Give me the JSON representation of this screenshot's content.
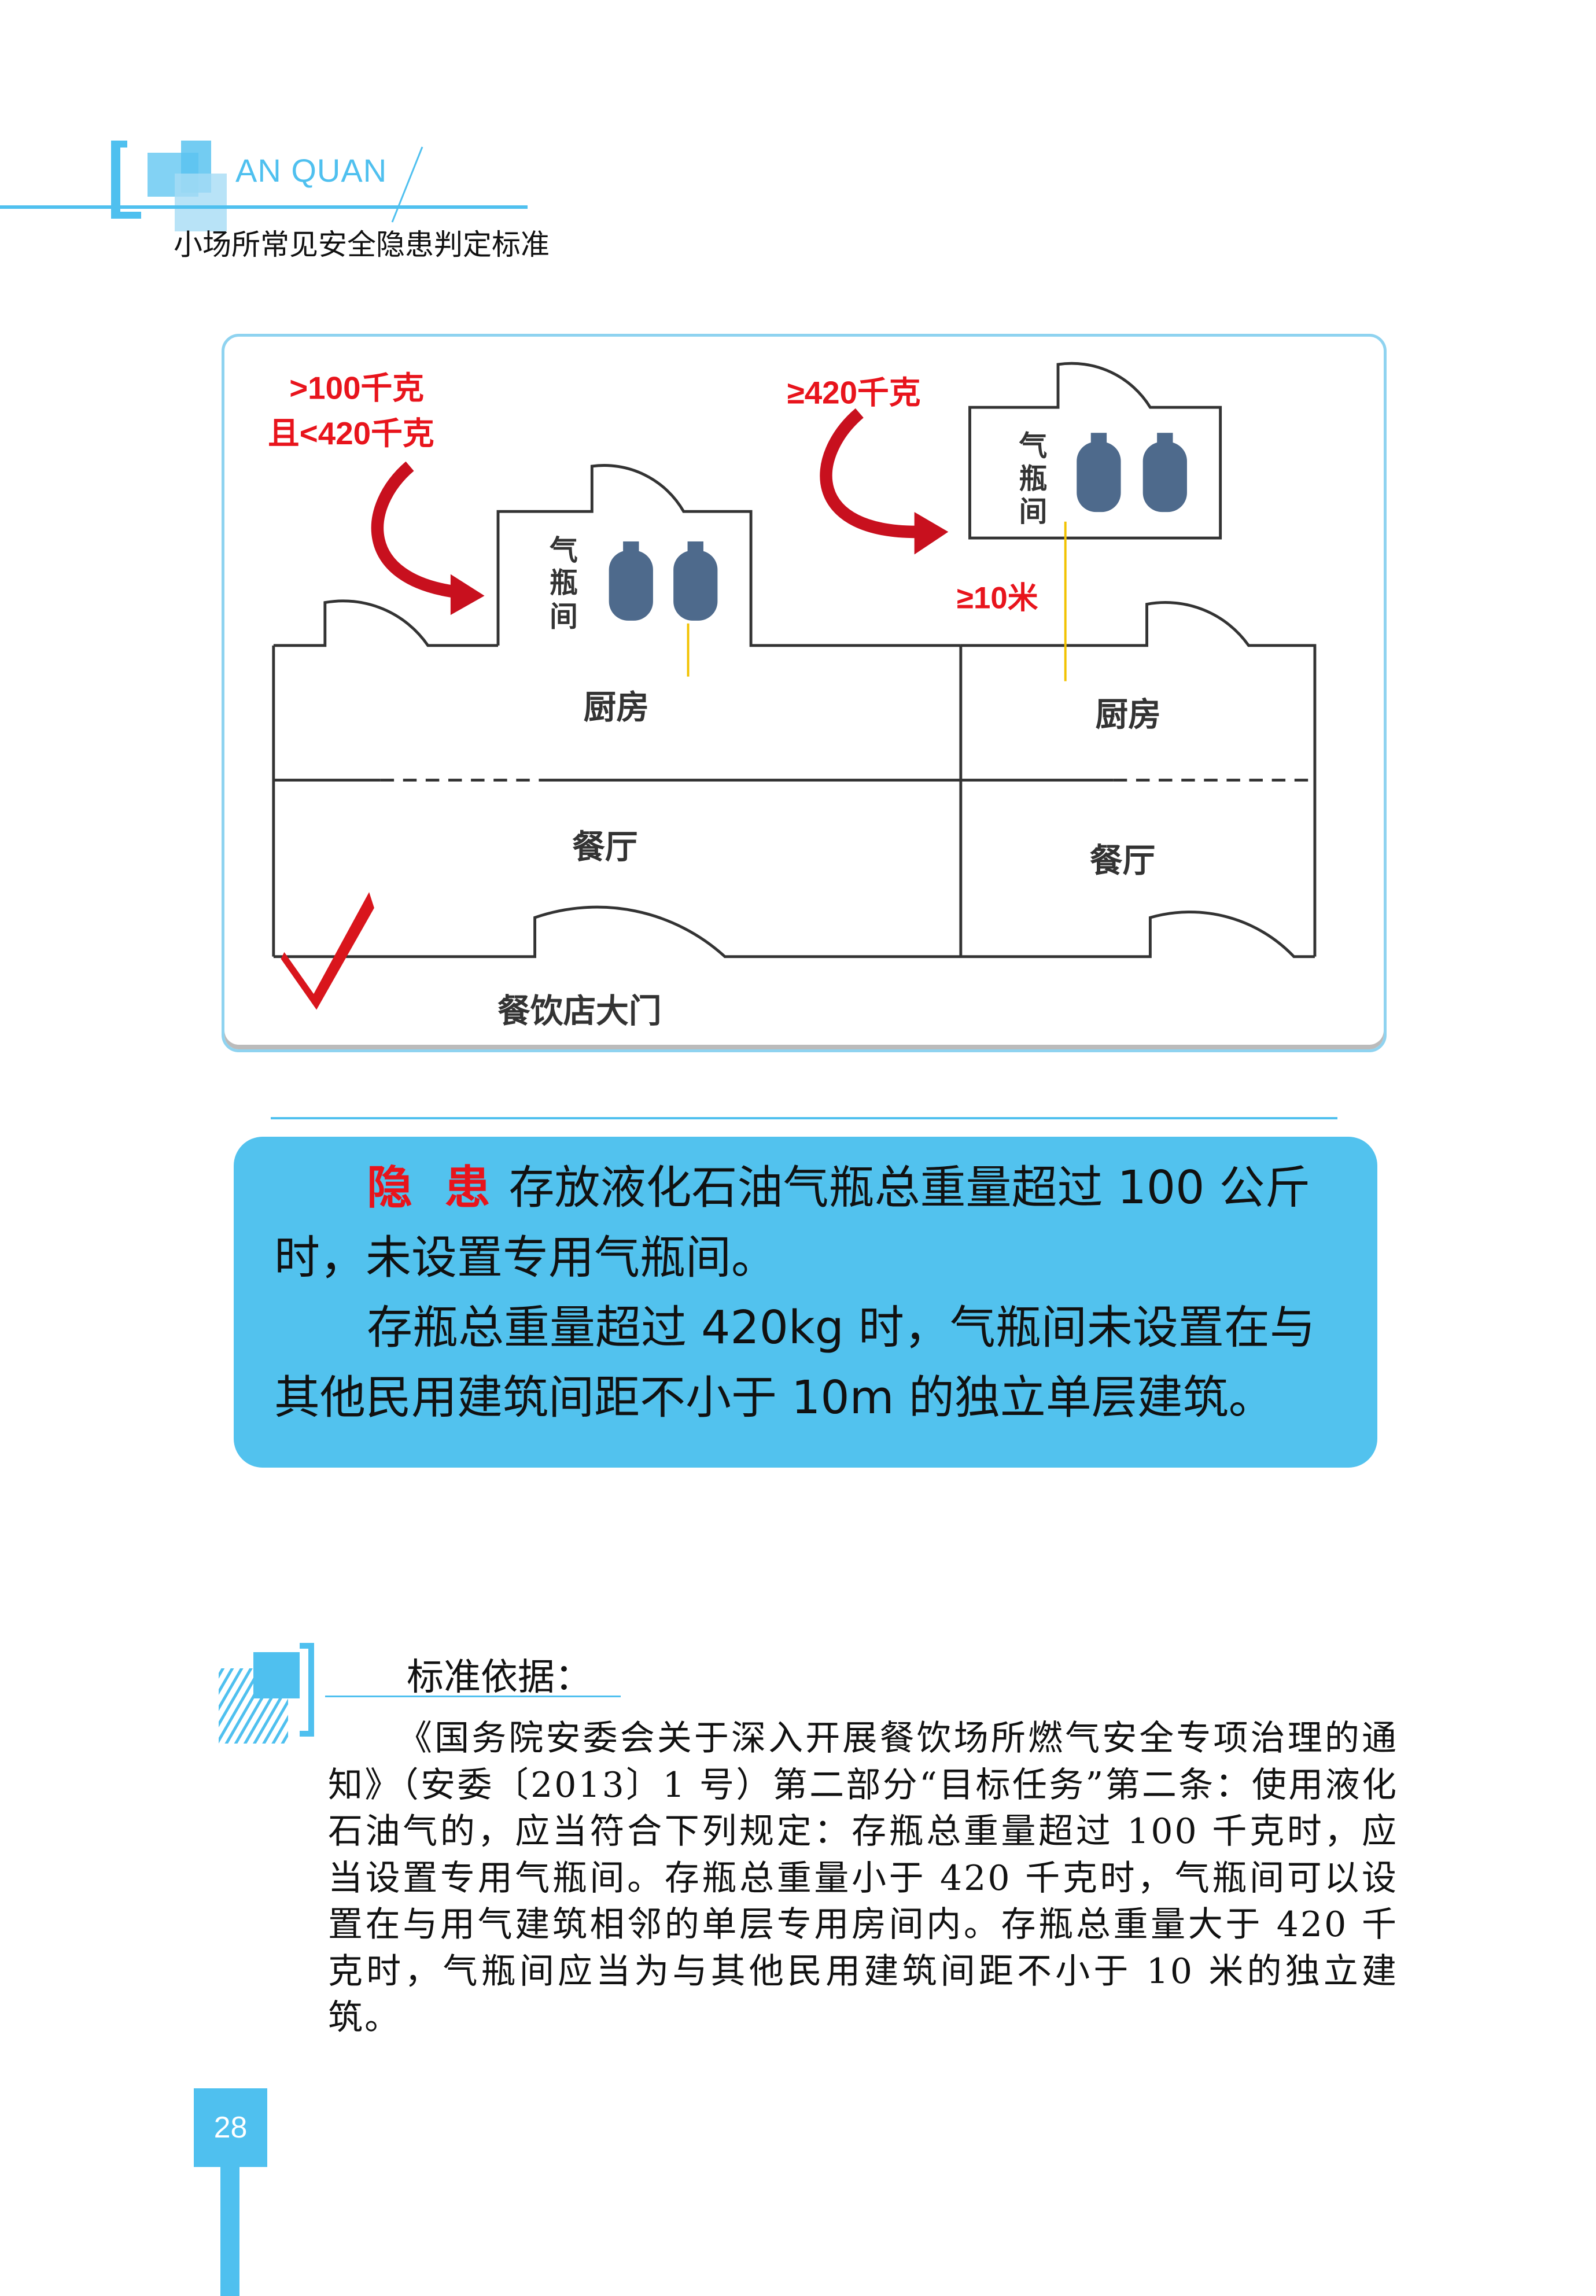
{
  "header": {
    "brand": "AN QUAN",
    "subtitle": "小场所常见安全隐患判定标准"
  },
  "diagram": {
    "label_small_1": ">100千克",
    "label_small_2": "且<420千克",
    "label_large": "≥420千克",
    "distance": "≥10米",
    "gas_room": [
      "气",
      "瓶",
      "间"
    ],
    "kitchen": "厨房",
    "dining": "餐厅",
    "entrance": "餐饮店大门",
    "colors": {
      "arrow": "#c8101e",
      "distance_line": "#f2c200",
      "cylinder": "#4e6a8c"
    }
  },
  "hazard": {
    "tag": "隐 患",
    "line1": "存放液化石油气瓶总重量超过 100 公斤时，未设置专用气瓶间。",
    "line2": "存瓶总重量超过 420kg 时，气瓶间未设置在与其他民用建筑间距不小于 10m 的独立单层建筑。"
  },
  "standard": {
    "title": "标准依据：",
    "body": "《国务院安委会关于深入开展餐饮场所燃气安全专项治理的通知》（安委〔2013〕1 号）第二部分“目标任务”第二条：使用液化石油气的，应当符合下列规定：存瓶总重量超过 100 千克时，应当设置专用气瓶间。存瓶总重量小于 420 千克时，气瓶间可以设置在与用气建筑相邻的单层专用房间内。存瓶总重量大于 420 千克时，气瓶间应当为与其他民用建筑间距不小于 10 米的独立建筑。"
  },
  "page_number": "28"
}
